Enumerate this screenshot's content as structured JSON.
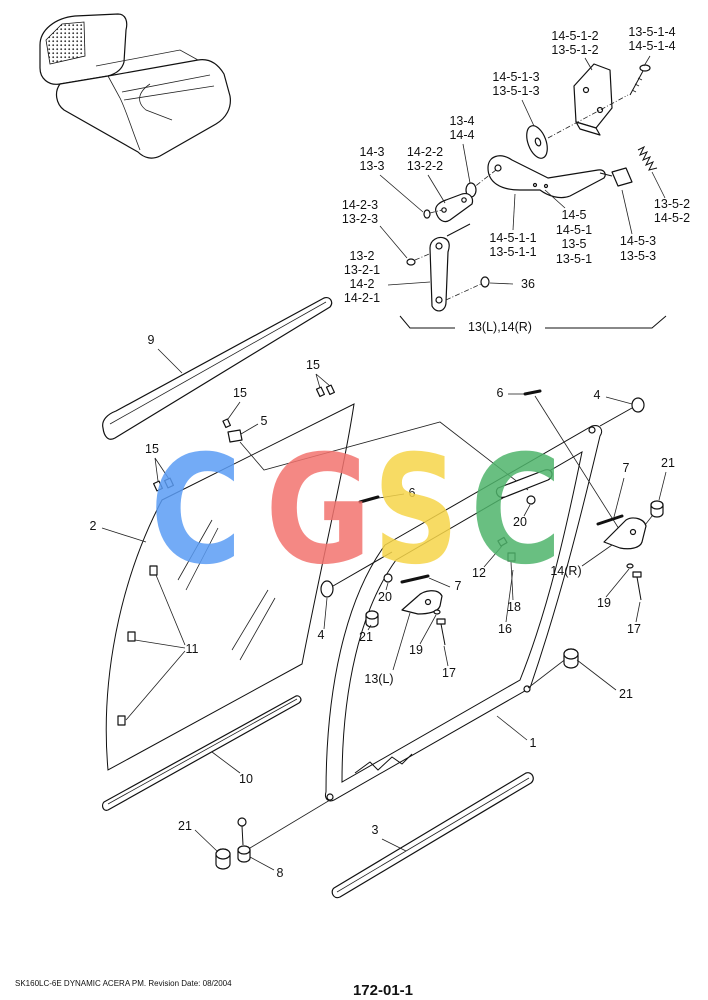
{
  "top_callouts": {
    "plate_bracket": [
      "14-5-1-2",
      "13-5-1-2"
    ],
    "screw": [
      "13-5-1-4",
      "14-5-1-4"
    ],
    "disc": [
      "14-5-1-3",
      "13-5-1-3"
    ],
    "washer": [
      "13-4",
      "14-4"
    ],
    "pin": [
      "14-3",
      "13-3"
    ],
    "link_plate": [
      "14-2-2",
      "13-2-2"
    ],
    "clip": [
      "14-2-3",
      "13-2-3"
    ],
    "spring": [
      "13-5-2",
      "14-5-2"
    ],
    "lever_assembly": [
      "14-5",
      "14-5-1",
      "13-5",
      "13-5-1"
    ],
    "lever_arm": [
      "14-5-1-1",
      "13-5-1-1"
    ],
    "knob": [
      "14-5-3",
      "13-5-3"
    ],
    "lever": [
      "13-2",
      "13-2-1",
      "14-2",
      "14-2-1"
    ],
    "washer_36": "36",
    "assembly": "13(L),14(R)"
  },
  "main_callouts": [
    "9",
    "15",
    "15",
    "5",
    "6",
    "4",
    "15",
    "6",
    "7",
    "21",
    "2",
    "20",
    "14(R)",
    "12",
    "7",
    "20",
    "4",
    "18",
    "19",
    "21",
    "11",
    "16",
    "17",
    "19",
    "13(L)",
    "17",
    "21",
    "1",
    "10",
    "3",
    "21",
    "8"
  ],
  "footer": {
    "note": "SK160LC-6E DYNAMIC ACERA PM. Revision Date: 08/2004",
    "page": "172-01-1"
  },
  "watermark": {
    "letters": [
      "C",
      "G",
      "S",
      "C"
    ],
    "colors": [
      "#5b9cf4",
      "#f2736e",
      "#f6d549",
      "#4fb46b"
    ]
  }
}
